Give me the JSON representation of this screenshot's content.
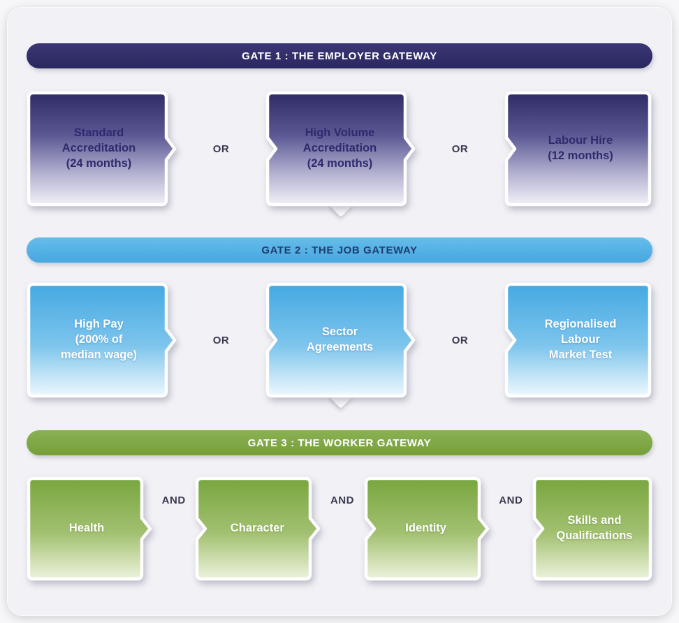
{
  "figure": {
    "type": "three-gate flow diagram"
  },
  "gates": [
    {
      "title": "GATE 1 : THE EMPLOYER GATEWAY",
      "colors": {
        "header_bg": "#312d6b",
        "header_text": "#ffffff",
        "box_top": "#2f2b66",
        "box_bottom": "#f1f0f8",
        "box_text": "#2d2a6e"
      },
      "connectors": [
        "OR",
        "OR"
      ],
      "boxes": [
        {
          "label": "Standard\nAccreditation\n(24 months)"
        },
        {
          "label": "High Volume\nAccreditation\n(24 months)"
        },
        {
          "label": "Labour Hire\n(12 months)"
        }
      ]
    },
    {
      "title": "GATE 2 : THE JOB GATEWAY",
      "colors": {
        "header_bg": "#56b2e6",
        "header_text": "#1d3e6e",
        "box_top": "#44a9e2",
        "box_bottom": "#eef8fd",
        "box_text": "#ffffff"
      },
      "connectors": [
        "OR",
        "OR"
      ],
      "boxes": [
        {
          "label": "High Pay\n(200% of\nmedian wage)"
        },
        {
          "label": "Sector\nAgreements"
        },
        {
          "label": "Regionalised\nLabour\nMarket Test"
        }
      ]
    },
    {
      "title": "GATE 3 : THE WORKER GATEWAY",
      "colors": {
        "header_bg": "#80a845",
        "header_text": "#ffffff",
        "box_top": "#78a63e",
        "box_bottom": "#edf3dd",
        "box_text": "#ffffff"
      },
      "connectors": [
        "AND",
        "AND",
        "AND"
      ],
      "boxes": [
        {
          "label": "Health"
        },
        {
          "label": "Character"
        },
        {
          "label": "Identity"
        },
        {
          "label": "Skills and\nQualifications"
        }
      ]
    }
  ]
}
